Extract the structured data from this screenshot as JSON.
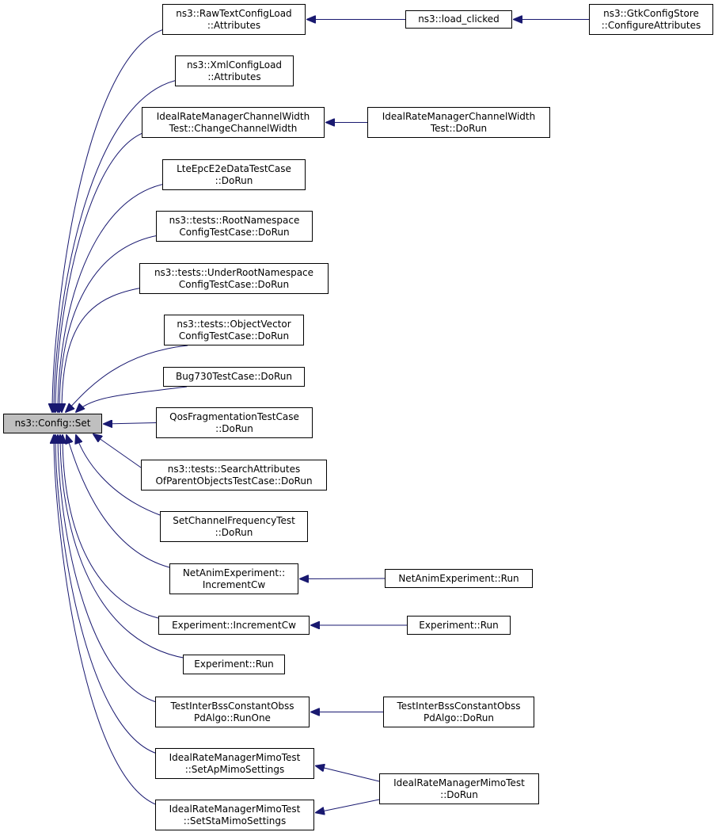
{
  "graph": {
    "colors": {
      "edge": "#191970",
      "root_fill": "#bfbfbf",
      "node_fill": "#ffffff",
      "border": "#000000"
    },
    "root": {
      "id": "set",
      "lines": [
        "ns3::Config::Set"
      ]
    },
    "nodes": [
      {
        "id": "rawtext_attr",
        "lines": [
          "ns3::RawTextConfigLoad",
          "::Attributes"
        ]
      },
      {
        "id": "load_clicked",
        "lines": [
          "ns3::load_clicked"
        ]
      },
      {
        "id": "gtk_configure",
        "lines": [
          "ns3::GtkConfigStore",
          "::ConfigureAttributes"
        ]
      },
      {
        "id": "xml_attr",
        "lines": [
          "ns3::XmlConfigLoad",
          "::Attributes"
        ]
      },
      {
        "id": "ideal_cw_change",
        "lines": [
          "IdealRateManagerChannelWidth",
          "Test::ChangeChannelWidth"
        ]
      },
      {
        "id": "ideal_cw_dorun",
        "lines": [
          "IdealRateManagerChannelWidth",
          "Test::DoRun"
        ]
      },
      {
        "id": "lte_epc",
        "lines": [
          "LteEpcE2eDataTestCase",
          "::DoRun"
        ]
      },
      {
        "id": "root_ns",
        "lines": [
          "ns3::tests::RootNamespace",
          "ConfigTestCase::DoRun"
        ]
      },
      {
        "id": "under_root_ns",
        "lines": [
          "ns3::tests::UnderRootNamespace",
          "ConfigTestCase::DoRun"
        ]
      },
      {
        "id": "obj_vector",
        "lines": [
          "ns3::tests::ObjectVector",
          "ConfigTestCase::DoRun"
        ]
      },
      {
        "id": "bug730",
        "lines": [
          "Bug730TestCase::DoRun"
        ]
      },
      {
        "id": "qos_frag",
        "lines": [
          "QosFragmentationTestCase",
          "::DoRun"
        ]
      },
      {
        "id": "search_attr",
        "lines": [
          "ns3::tests::SearchAttributes",
          "OfParentObjectsTestCase::DoRun"
        ]
      },
      {
        "id": "set_chan_freq",
        "lines": [
          "SetChannelFrequencyTest",
          "::DoRun"
        ]
      },
      {
        "id": "netanim_inc",
        "lines": [
          "NetAnimExperiment::",
          "IncrementCw"
        ]
      },
      {
        "id": "netanim_run",
        "lines": [
          "NetAnimExperiment::Run"
        ]
      },
      {
        "id": "exp_inc",
        "lines": [
          "Experiment::IncrementCw"
        ]
      },
      {
        "id": "exp_run_right",
        "lines": [
          "Experiment::Run"
        ]
      },
      {
        "id": "exp_run_left",
        "lines": [
          "Experiment::Run"
        ]
      },
      {
        "id": "interbss_runone",
        "lines": [
          "TestInterBssConstantObss",
          "PdAlgo::RunOne"
        ]
      },
      {
        "id": "interbss_dorun",
        "lines": [
          "TestInterBssConstantObss",
          "PdAlgo::DoRun"
        ]
      },
      {
        "id": "mimo_ap",
        "lines": [
          "IdealRateManagerMimoTest",
          "::SetApMimoSettings"
        ]
      },
      {
        "id": "mimo_dorun",
        "lines": [
          "IdealRateManagerMimoTest",
          "::DoRun"
        ]
      },
      {
        "id": "mimo_sta",
        "lines": [
          "IdealRateManagerMimoTest",
          "::SetStaMimoSettings"
        ]
      }
    ],
    "edges": [
      {
        "from": "rawtext_attr",
        "to": "set"
      },
      {
        "from": "xml_attr",
        "to": "set"
      },
      {
        "from": "ideal_cw_change",
        "to": "set"
      },
      {
        "from": "lte_epc",
        "to": "set"
      },
      {
        "from": "root_ns",
        "to": "set"
      },
      {
        "from": "under_root_ns",
        "to": "set"
      },
      {
        "from": "obj_vector",
        "to": "set"
      },
      {
        "from": "bug730",
        "to": "set"
      },
      {
        "from": "qos_frag",
        "to": "set"
      },
      {
        "from": "search_attr",
        "to": "set"
      },
      {
        "from": "set_chan_freq",
        "to": "set"
      },
      {
        "from": "netanim_inc",
        "to": "set"
      },
      {
        "from": "exp_inc",
        "to": "set"
      },
      {
        "from": "exp_run_left",
        "to": "set"
      },
      {
        "from": "interbss_runone",
        "to": "set"
      },
      {
        "from": "mimo_ap",
        "to": "set"
      },
      {
        "from": "mimo_sta",
        "to": "set"
      },
      {
        "from": "load_clicked",
        "to": "rawtext_attr"
      },
      {
        "from": "gtk_configure",
        "to": "load_clicked"
      },
      {
        "from": "ideal_cw_dorun",
        "to": "ideal_cw_change"
      },
      {
        "from": "netanim_run",
        "to": "netanim_inc"
      },
      {
        "from": "exp_run_right",
        "to": "exp_inc"
      },
      {
        "from": "interbss_dorun",
        "to": "interbss_runone"
      },
      {
        "from": "mimo_dorun",
        "to": "mimo_ap"
      },
      {
        "from": "mimo_dorun",
        "to": "mimo_sta"
      }
    ]
  }
}
